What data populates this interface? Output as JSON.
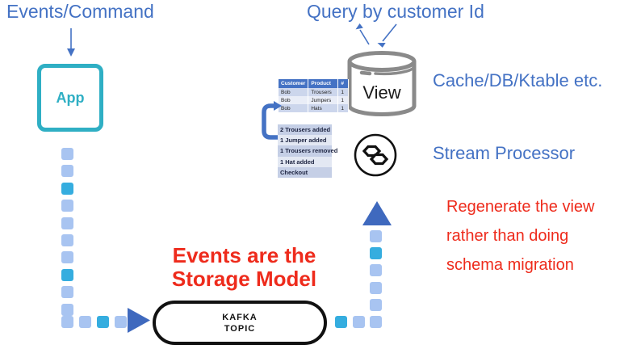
{
  "colors": {
    "blue_text": "#4472C4",
    "teal": "#2FAFC4",
    "light_square": "#A8C4F1",
    "teal_square": "#35ADDF",
    "arrow_blue": "#3F69BE",
    "red": "#EE2B1C",
    "gray_cylinder": "#8A8A8A",
    "table_header_bg": "#4472C4",
    "table_row_dark": "#CCD6EC",
    "table_row_light": "#E9EDF7",
    "event_row_dark": "#C5CFE6",
    "event_row_light": "#E3E8F3",
    "black": "#111111"
  },
  "labels": {
    "events_command": "Events/Command",
    "app": "App",
    "query": "Query by customer Id",
    "view": "View",
    "cache": "Cache/DB/Ktable etc.",
    "stream_processor": "Stream Processor",
    "center_red": [
      "Events are the",
      "Storage Model"
    ],
    "note_right": [
      "Regenerate the view",
      "rather than doing",
      "schema migration"
    ],
    "kafka_topic": [
      "KAFKA",
      "TOPIC"
    ]
  },
  "table": {
    "headers": [
      "Customer",
      "Product",
      "#"
    ],
    "rows": [
      [
        "Bob",
        "Trousers",
        "1"
      ],
      [
        "Bob",
        "Jumpers",
        "1"
      ],
      [
        "Bob",
        "Hats",
        "1"
      ]
    ]
  },
  "event_list": [
    "2 Trousers added",
    "1 Jumper added",
    "1 Trousers removed",
    "1 Hat added",
    "Checkout"
  ],
  "icons": {
    "stream_processor": "ksql-interlocked-hexagons-icon",
    "view_store": "database-cylinder-icon"
  },
  "trails": {
    "left_vertical": {
      "pattern": [
        "light",
        "light",
        "teal",
        "light",
        "light",
        "light",
        "light",
        "teal",
        "light",
        "light"
      ]
    },
    "left_horizontal": {
      "pattern": [
        "light",
        "light",
        "teal",
        "light"
      ]
    },
    "right_horizontal": {
      "pattern": [
        "teal",
        "light"
      ]
    },
    "right_vertical": {
      "pattern": [
        "light",
        "teal",
        "light",
        "light",
        "light",
        "light"
      ]
    }
  }
}
